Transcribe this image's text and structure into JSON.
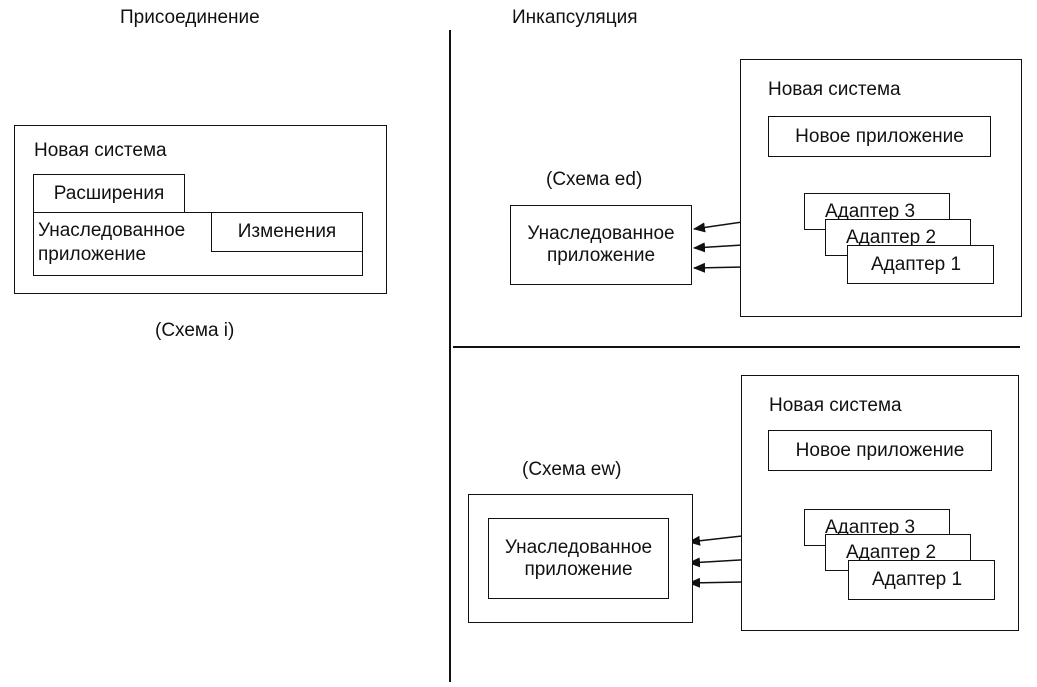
{
  "left": {
    "heading": "Присоединение",
    "system_label": "Новая система",
    "extensions": "Расширения",
    "legacy_line1": "Унаследованное",
    "legacy_line2": "приложение",
    "changes": "Изменения",
    "caption": "(Схема i)"
  },
  "right": {
    "heading": "Инкапсуляция",
    "top": {
      "caption": "(Схема ed)",
      "legacy_line1": "Унаследованное",
      "legacy_line2": "приложение",
      "system_label": "Новая система",
      "new_app": "Новое приложение",
      "adapters": [
        "Адаптер 3",
        "Адаптер 2",
        "Адаптер 1"
      ]
    },
    "bottom": {
      "caption": "(Схема ew)",
      "legacy_line1": "Унаследованное",
      "legacy_line2": "приложение",
      "system_label": "Новая система",
      "new_app": "Новое приложение",
      "adapters": [
        "Адаптер 3",
        "Адаптер 2",
        "Адаптер 1"
      ]
    }
  }
}
